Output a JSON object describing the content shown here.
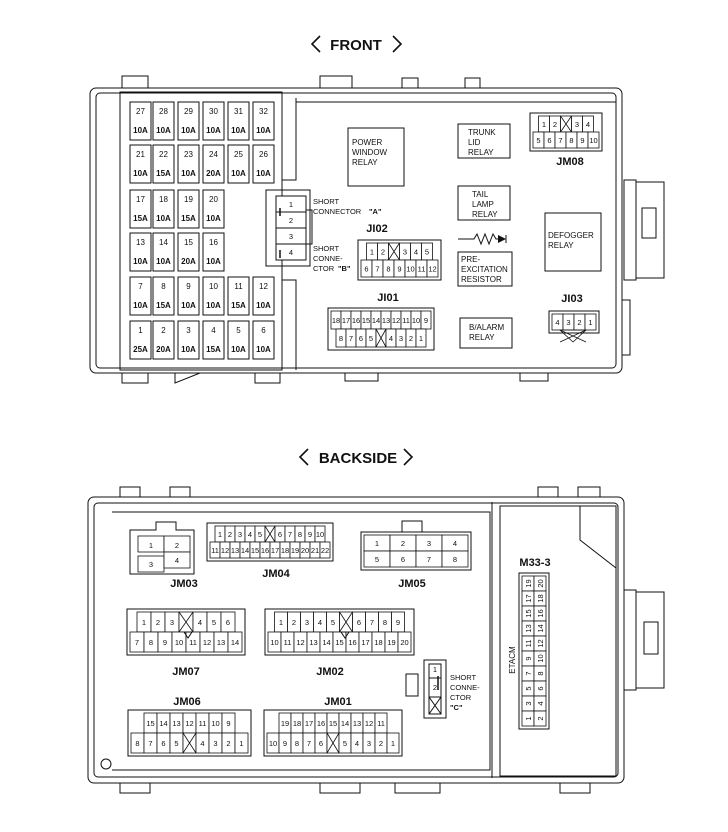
{
  "titles": {
    "front": "FRONT",
    "backside": "BACKSIDE"
  },
  "fuses": [
    {
      "no": "27",
      "amp": "10A"
    },
    {
      "no": "28",
      "amp": "10A"
    },
    {
      "no": "29",
      "amp": "10A"
    },
    {
      "no": "30",
      "amp": "10A"
    },
    {
      "no": "31",
      "amp": "10A"
    },
    {
      "no": "32",
      "amp": "10A"
    },
    {
      "no": "21",
      "amp": "10A"
    },
    {
      "no": "22",
      "amp": "15A"
    },
    {
      "no": "23",
      "amp": "10A"
    },
    {
      "no": "24",
      "amp": "20A"
    },
    {
      "no": "25",
      "amp": "10A"
    },
    {
      "no": "26",
      "amp": "10A"
    },
    {
      "no": "17",
      "amp": "15A"
    },
    {
      "no": "18",
      "amp": "10A"
    },
    {
      "no": "19",
      "amp": "15A"
    },
    {
      "no": "20",
      "amp": "10A"
    },
    {
      "no": "13",
      "amp": "10A"
    },
    {
      "no": "14",
      "amp": "10A"
    },
    {
      "no": "15",
      "amp": "20A"
    },
    {
      "no": "16",
      "amp": "10A"
    },
    {
      "no": "7",
      "amp": "10A"
    },
    {
      "no": "8",
      "amp": "15A"
    },
    {
      "no": "9",
      "amp": "10A"
    },
    {
      "no": "10",
      "amp": "10A"
    },
    {
      "no": "11",
      "amp": "15A"
    },
    {
      "no": "12",
      "amp": "10A"
    },
    {
      "no": "1",
      "amp": "25A"
    },
    {
      "no": "2",
      "amp": "20A"
    },
    {
      "no": "3",
      "amp": "10A"
    },
    {
      "no": "4",
      "amp": "15A"
    },
    {
      "no": "5",
      "amp": "10A"
    },
    {
      "no": "6",
      "amp": "10A"
    }
  ],
  "short_connectors": {
    "ab": {
      "pins": [
        "1",
        "2",
        "3",
        "4"
      ],
      "label_a": [
        "SHORT",
        "CONNECTOR"
      ],
      "label_a_code": "\"A\"",
      "label_b": [
        "SHORT",
        "CONNE-",
        "CTOR"
      ],
      "label_b_code": "\"B\""
    },
    "c": {
      "pins": [
        "1",
        "2"
      ],
      "label": [
        "SHORT",
        "CONNE-",
        "CTOR"
      ],
      "label_code": "\"C\""
    }
  },
  "relays": {
    "power_window": [
      "POWER",
      "WINDOW",
      "RELAY"
    ],
    "trunk_lid": [
      "TRUNK",
      "LID",
      "RELAY"
    ],
    "tail_lamp": [
      "TAIL",
      "LAMP",
      "RELAY"
    ],
    "defogger": [
      "DEFOGGER",
      "RELAY"
    ],
    "pre_excitation": [
      "PRE-",
      "EXCITATION",
      "RESISTOR"
    ],
    "b_alarm": [
      "B/ALARM",
      "RELAY"
    ]
  },
  "connectors": {
    "jm08": {
      "label": "JM08",
      "row1": [
        "1",
        "2",
        "",
        "3",
        "4"
      ],
      "row2": [
        "5",
        "6",
        "7",
        "8",
        "9",
        "10"
      ]
    },
    "ji02": {
      "label": "JI02",
      "row1": [
        "1",
        "2",
        "",
        "3",
        "4",
        "5"
      ],
      "row2": [
        "6",
        "7",
        "8",
        "9",
        "10",
        "11",
        "12"
      ]
    },
    "ji01": {
      "label": "JI01",
      "row1": [
        "18",
        "17",
        "16",
        "15",
        "14",
        "13",
        "12",
        "11",
        "10",
        "9"
      ],
      "row2": [
        "8",
        "7",
        "6",
        "5",
        "",
        "4",
        "3",
        "2",
        "1"
      ]
    },
    "ji03": {
      "label": "JI03",
      "row1": [
        "4",
        "3",
        "2",
        "1"
      ]
    },
    "jm03": {
      "label": "JM03",
      "pins": [
        "1",
        "2",
        "3",
        "4"
      ]
    },
    "jm04": {
      "label": "JM04",
      "row1": [
        "1",
        "2",
        "3",
        "4",
        "5",
        "",
        "6",
        "7",
        "8",
        "9",
        "10"
      ],
      "row2": [
        "11",
        "12",
        "13",
        "14",
        "15",
        "16",
        "17",
        "18",
        "19",
        "20",
        "21",
        "22"
      ]
    },
    "jm05": {
      "label": "JM05",
      "row1": [
        "1",
        "2",
        "3",
        "4"
      ],
      "row2": [
        "5",
        "6",
        "7",
        "8"
      ]
    },
    "jm07": {
      "label": "JM07",
      "row1": [
        "1",
        "2",
        "3",
        "",
        "4",
        "5",
        "6"
      ],
      "row2": [
        "7",
        "8",
        "9",
        "10",
        "11",
        "12",
        "13",
        "14"
      ]
    },
    "jm02": {
      "label": "JM02",
      "row1": [
        "1",
        "2",
        "3",
        "4",
        "5",
        "",
        "6",
        "7",
        "8",
        "9"
      ],
      "row2": [
        "10",
        "11",
        "12",
        "13",
        "14",
        "15",
        "16",
        "17",
        "18",
        "19",
        "20"
      ]
    },
    "jm06": {
      "label": "JM06",
      "row1": [
        "15",
        "14",
        "13",
        "12",
        "11",
        "10",
        "9"
      ],
      "row2": [
        "8",
        "7",
        "6",
        "5",
        "",
        "4",
        "3",
        "2",
        "1"
      ]
    },
    "jm01": {
      "label": "JM01",
      "row1": [
        "19",
        "18",
        "17",
        "16",
        "15",
        "14",
        "13",
        "12",
        "11"
      ],
      "row2": [
        "10",
        "9",
        "8",
        "7",
        "6",
        "",
        "5",
        "4",
        "3",
        "2",
        "1"
      ]
    },
    "m33": {
      "label": "M33-3",
      "side": "ETACM",
      "top": [
        "19",
        "17",
        "15",
        "13",
        "11",
        "9",
        "7",
        "5",
        "3",
        "1"
      ],
      "bottom": [
        "20",
        "18",
        "16",
        "14",
        "12",
        "10",
        "8",
        "6",
        "4",
        "2"
      ]
    }
  }
}
